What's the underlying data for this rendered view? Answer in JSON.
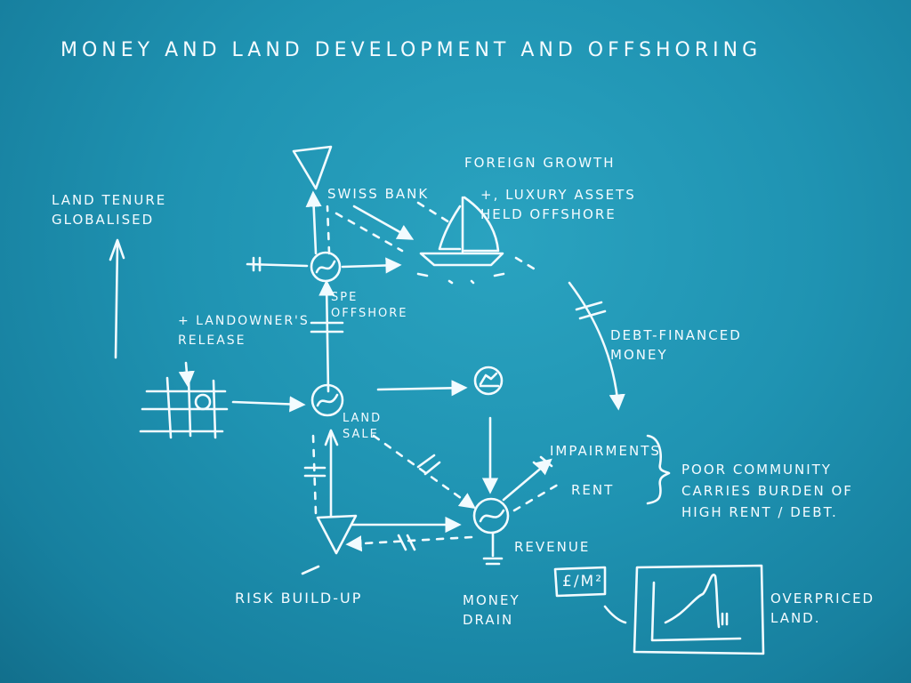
{
  "title": "MONEY AND LAND DEVELOPMENT AND OFFSHORING",
  "labels": {
    "land_tenure": "LAND TENURE\nGLOBALISED",
    "swiss_bank": "SWISS BANK",
    "foreign_growth": "FOREIGN GROWTH",
    "luxury_assets": "+, LUXURY ASSETS\nHELD OFFSHORE",
    "spe_offshore": "SPE\nOFFSHORE",
    "landowners_release": "+ LANDOWNER'S\nRELEASE",
    "debt_financed": "DEBT-FINANCED\nMONEY",
    "land_sale": "LAND\nSALE",
    "impairments": "IMPAIRMENTS",
    "rent": "RENT",
    "poor_community": "POOR COMMUNITY\nCARRIES BURDEN OF\nHIGH RENT / DEBT.",
    "revenue": "REVENUE",
    "price_unit": "£/m²",
    "risk_buildup": "RISK BUILD-UP",
    "money_drain": "MONEY\nDRAIN",
    "overpriced_land": "OVERPRICED\nLAND."
  }
}
